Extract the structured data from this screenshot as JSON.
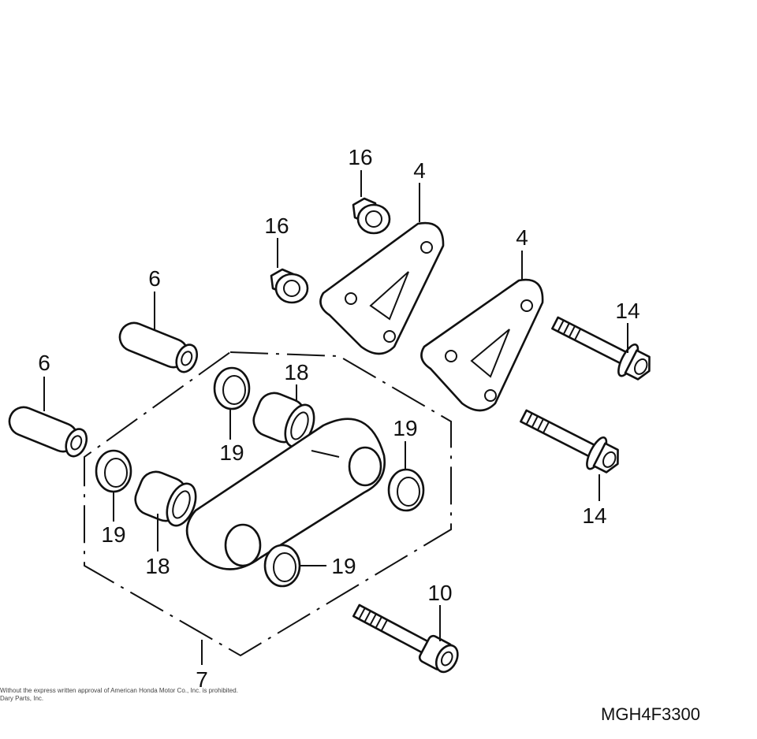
{
  "callouts": {
    "c16a": "16",
    "c16b": "16",
    "c4a": "4",
    "c4b": "4",
    "c14a": "14",
    "c14b": "14",
    "c6a": "6",
    "c6b": "6",
    "c18a": "18",
    "c18b": "18",
    "c19a": "19",
    "c19b": "19",
    "c19c": "19",
    "c19d": "19",
    "c10": "10",
    "c7": "7"
  },
  "diagram_code": "MGH4F3300",
  "copyright_line1": "Without the express written approval of American Honda Motor Co., Inc. is prohibited.",
  "copyright_line2": "Dary Parts, Inc."
}
